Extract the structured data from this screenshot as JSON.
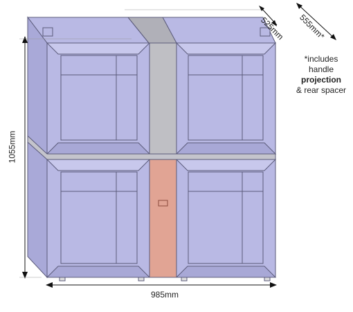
{
  "dimensions": {
    "height": "1055mm",
    "width": "985mm",
    "depth": "525mm",
    "depth_with_handle": "555mm*"
  },
  "note": {
    "line1": "*includes",
    "line2": "handle",
    "line3": "projection",
    "line4": "& rear spacer"
  },
  "colors": {
    "cabinet": "#b9b9e4",
    "cabinet_edge": "#5b5b7a",
    "divider_top": "#bfbfc4",
    "divider_bottom": "#e1a494",
    "top_vent": "#b0b0b8"
  }
}
